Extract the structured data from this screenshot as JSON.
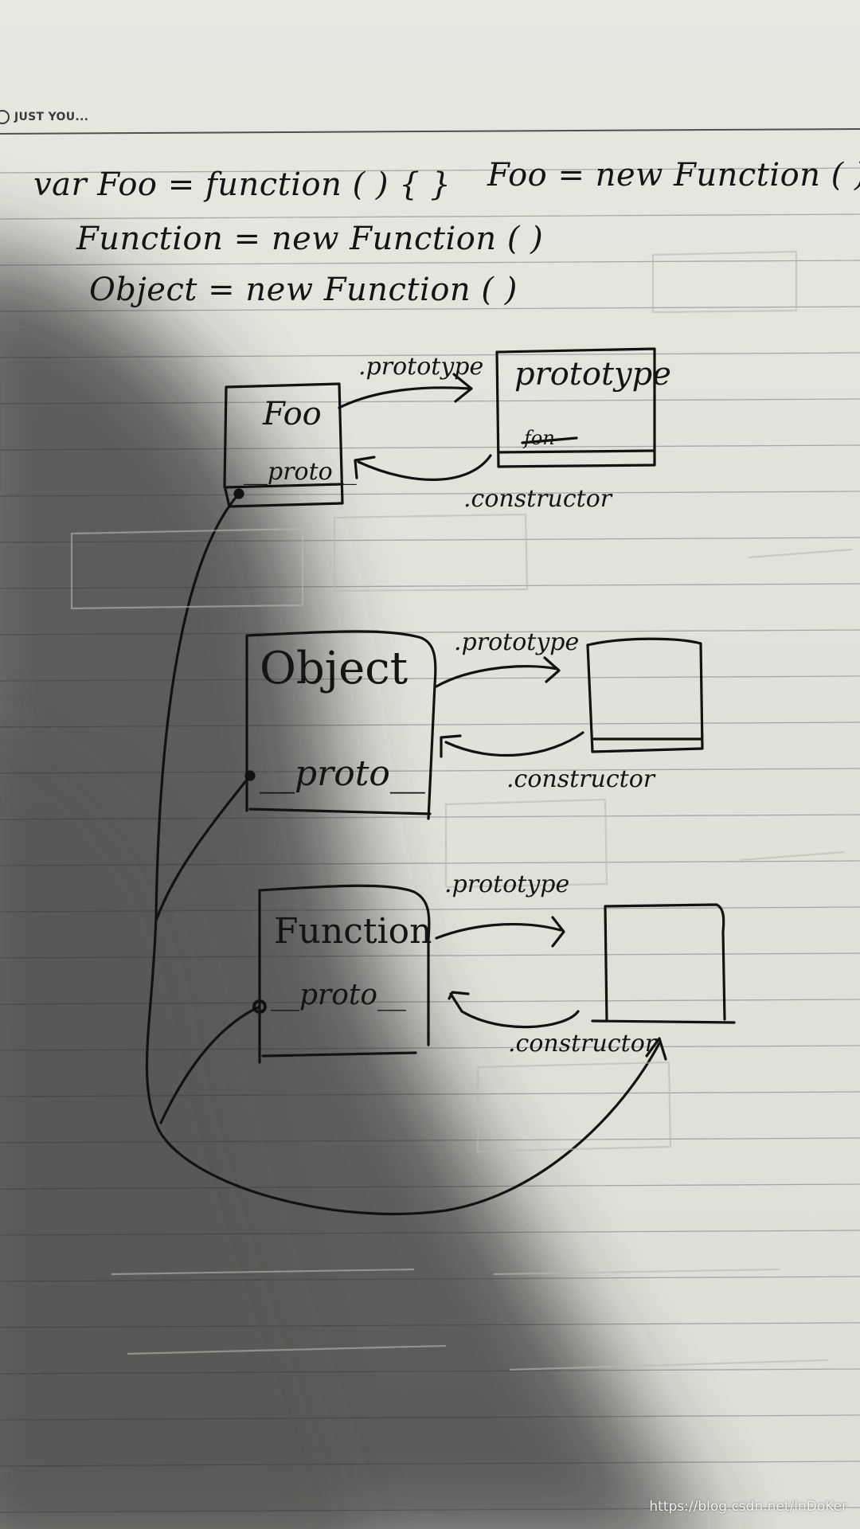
{
  "notebook": {
    "brand_text": "JUST YOU...",
    "watermark": "https://blog.csdn.net/lnDoKer"
  },
  "code": {
    "line1": "var Foo = function ( ) { }",
    "line1_note": "Foo = new Function ( )",
    "line2": "Function = new Function ( )",
    "line3": "Object = new Function ( )"
  },
  "diagram": {
    "foo_box": {
      "title": "Foo",
      "proto_label": "__proto__"
    },
    "foo_prototype_box": {
      "title": "prototype",
      "crossed_out": "fon"
    },
    "object_box": {
      "title": "Object",
      "proto_label": "__proto__"
    },
    "function_box": {
      "title": "Function",
      "proto_label": "__proto__"
    },
    "labels": {
      "prototype": ".prototype",
      "constructor": ".constructor"
    }
  },
  "colors": {
    "paper": "#e3e2db",
    "ink": "#141414",
    "rule_line": "#8a8a8a",
    "shadow": "#2e2e30"
  }
}
